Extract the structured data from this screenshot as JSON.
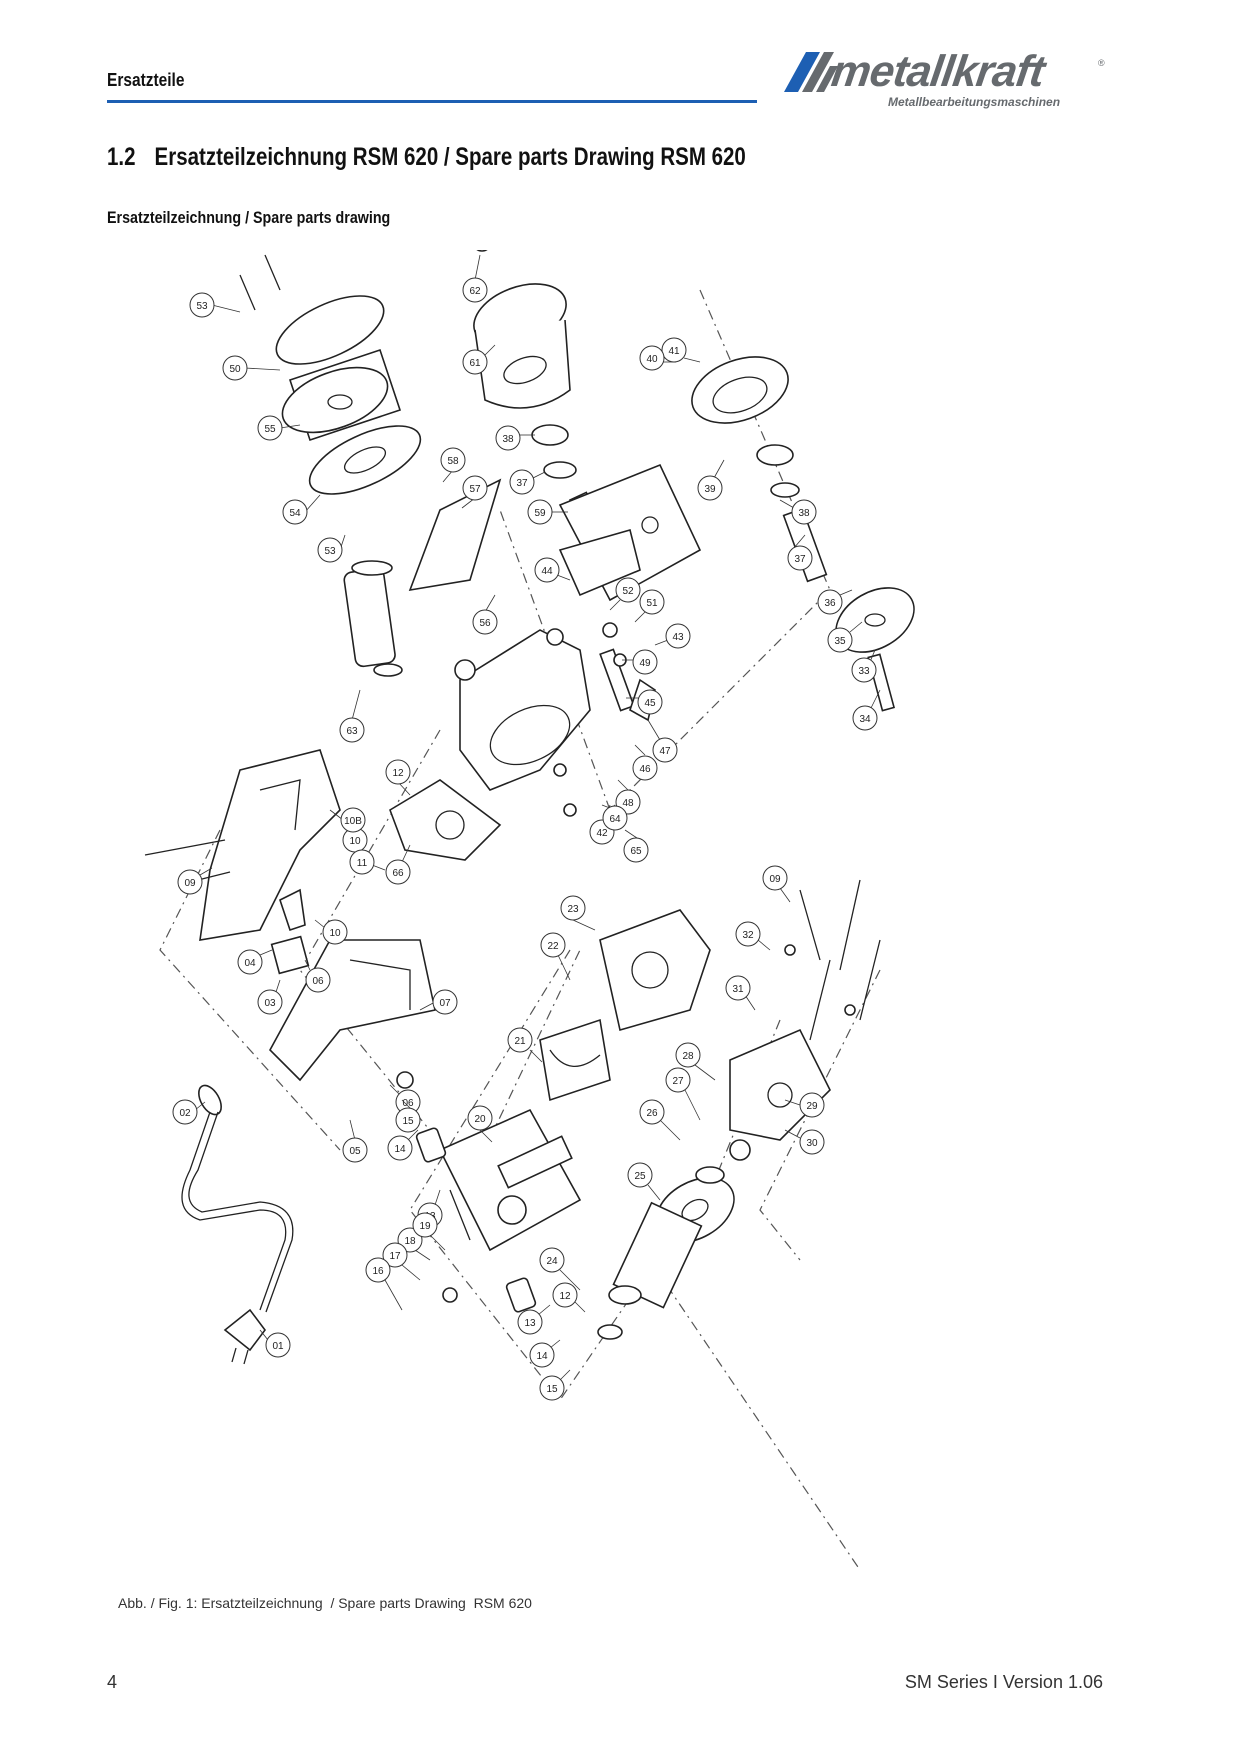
{
  "header": {
    "section_label": "Ersatzteile",
    "logo": {
      "brand": "metallkraft",
      "tagline": "Metallbearbeitungsmaschinen",
      "registered": "®"
    }
  },
  "heading": {
    "number": "1.2",
    "title": "Ersatzteilzeichnung RSM 620 / Spare parts Drawing RSM 620"
  },
  "subheading": "Ersatzteilzeichnung / Spare parts drawing",
  "drawing": {
    "callouts": [
      "53",
      "50",
      "55",
      "54",
      "53",
      "58",
      "57",
      "56",
      "63",
      "62",
      "61",
      "38",
      "37",
      "59",
      "41",
      "40",
      "39",
      "38",
      "37",
      "36",
      "35",
      "34",
      "33",
      "44",
      "49",
      "45",
      "47",
      "52",
      "51",
      "43",
      "42",
      "46",
      "48",
      "64",
      "65",
      "10",
      "11",
      "12",
      "66",
      "10B",
      "09",
      "04",
      "03",
      "02",
      "01",
      "10",
      "06",
      "07",
      "06",
      "05",
      "15",
      "14",
      "13",
      "18",
      "19",
      "17",
      "16",
      "20",
      "21",
      "22",
      "23",
      "24",
      "25",
      "26",
      "27",
      "28",
      "29",
      "30",
      "31",
      "32",
      "09",
      "12",
      "13",
      "14",
      "15"
    ]
  },
  "caption": "Abb. / Fig. 1: Ersatzteilzeichnung  / Spare parts Drawing  RSM 620",
  "footer": {
    "page_number": "4",
    "version": "SM Series I Version 1.06"
  },
  "colors": {
    "accent_rule": "#1d5fb3",
    "logo_grey": "#666a6e"
  }
}
